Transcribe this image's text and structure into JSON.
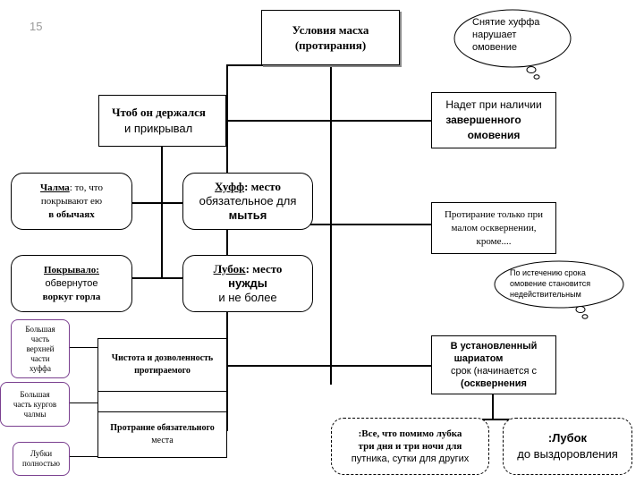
{
  "slide_number": "15",
  "title": {
    "line1": "Условия масха",
    "line2": "(протирания)"
  },
  "left_header": {
    "line1": "Чтоб он держался",
    "line2": "и прикрывал"
  },
  "chalma": {
    "term": "Чалма",
    "rest": ": то, что",
    "line2": "покрывают ею",
    "line3": "в обычаях"
  },
  "khuff": {
    "term": "Хуфф",
    "rest": ": место",
    "line2": "обязательное для",
    "line3": "мытья"
  },
  "pokryvalo": {
    "term": "Покрывало:",
    "line2": "обвернутое",
    "line3": "воркуг горла"
  },
  "lubok": {
    "term": "Лубок",
    "rest": ": место",
    "line2": "нужды",
    "line3": "и не более"
  },
  "purity": {
    "line1": "Чистота и дозволенность",
    "line2": "протираемого"
  },
  "protranie": {
    "line1": "Протрание обязательного",
    "line2": "места"
  },
  "left_notes": [
    {
      "lines": [
        "Большая",
        "часть",
        "верхней",
        "части",
        "хуффа"
      ]
    },
    {
      "lines": [
        "Большая",
        "часть кургов",
        "чалмы"
      ]
    },
    {
      "lines": [
        "Лубки",
        "полностью"
      ]
    }
  ],
  "right_1": {
    "line1": "Надет при наличии",
    "line2": "завершенного",
    "line3": "омовения"
  },
  "right_2": {
    "line1": "Протирание только при",
    "line2": "малом осквернении,",
    "line3": "кроме...."
  },
  "right_3": {
    "line1": "В установленный",
    "line2": "шариатом",
    "line3": "срок (начинается с",
    "line4": "(осквернения"
  },
  "bottom_left": {
    "line1": ":Все, что помимо лубка",
    "line2": "три дня и три ночи для",
    "line3": "путника, сутки для других"
  },
  "bottom_right": {
    "line1": ":Лубок",
    "line2": "до выздоровления"
  },
  "cloud_1": {
    "line1": "Снятие хуффа",
    "line2": "нарушает",
    "line3": "омовение"
  },
  "cloud_2": {
    "line1": "По истечению срока",
    "line2": "омовение становится",
    "line3": "недействительным"
  },
  "colors": {
    "note_border": "#7a3f8f",
    "line": "#000000",
    "background": "#ffffff"
  }
}
